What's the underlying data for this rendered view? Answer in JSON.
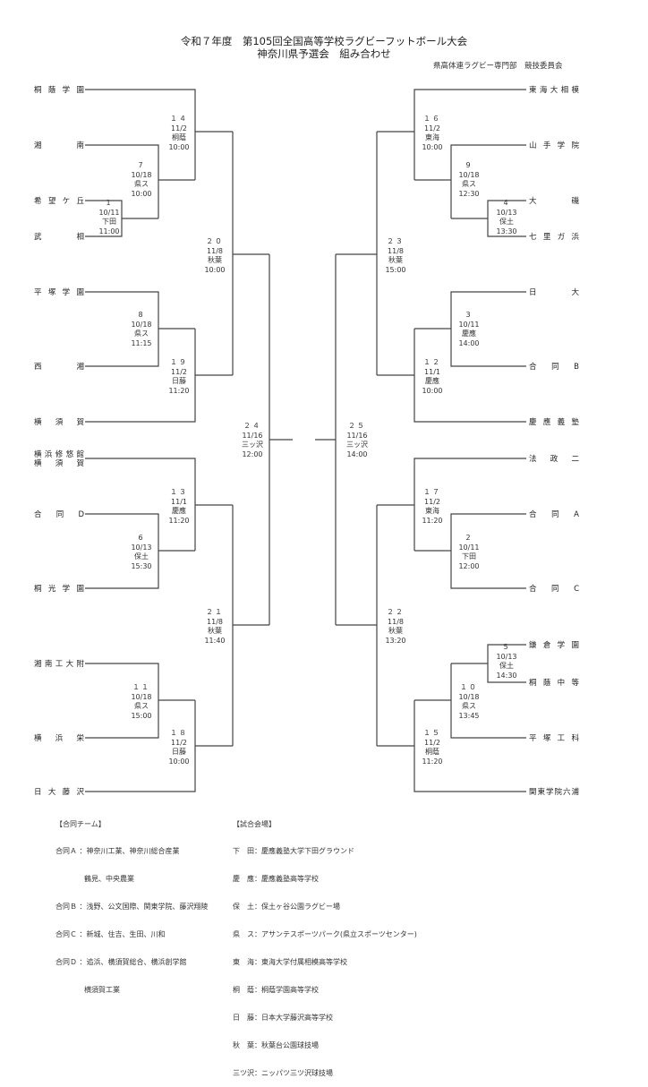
{
  "header": {
    "title_line1": "令和７年度　第105回全国高等学校ラグビーフットボール大会",
    "title_line2": "神奈川県予選会　組み合わせ",
    "organizer": "県高体連ラグビー専門部　競技委員会"
  },
  "left_teams": [
    {
      "name": "桐蔭学園"
    },
    {
      "name": "湘　　南"
    },
    {
      "name": "希望ケ丘"
    },
    {
      "name": "武　　相"
    },
    {
      "name": "平塚学園"
    },
    {
      "name": "西　　湘"
    },
    {
      "name": "横須賀"
    },
    {
      "name": "横浜修悠館",
      "name2": "横須賀"
    },
    {
      "name": "合同D"
    },
    {
      "name": "桐光学園"
    },
    {
      "name": "湘南工大附"
    },
    {
      "name": "横浜栄"
    },
    {
      "name": "日大藤沢"
    }
  ],
  "right_teams": [
    {
      "name": "東海大相模"
    },
    {
      "name": "山手学院"
    },
    {
      "name": "大　　磯"
    },
    {
      "name": "七里ガ浜"
    },
    {
      "name": "日　　大"
    },
    {
      "name": "合同B"
    },
    {
      "name": "慶應義塾"
    },
    {
      "name": "法政二"
    },
    {
      "name": "合同A"
    },
    {
      "name": "合同C"
    },
    {
      "name": "鎌倉学園"
    },
    {
      "name": "桐蔭中等"
    },
    {
      "name": "平塚工科"
    },
    {
      "name": "関東学院六浦"
    }
  ],
  "matches": {
    "m1": {
      "no": "1",
      "date": "10/11",
      "venue": "下田",
      "time": "11:00"
    },
    "m2": {
      "no": "2",
      "date": "10/11",
      "venue": "下田",
      "time": "12:00"
    },
    "m3": {
      "no": "3",
      "date": "10/11",
      "venue": "慶應",
      "time": "14:00"
    },
    "m4": {
      "no": "4",
      "date": "10/13",
      "venue": "保土",
      "time": "13:30"
    },
    "m5": {
      "no": "5",
      "date": "10/13",
      "venue": "保土",
      "time": "14:30"
    },
    "m6": {
      "no": "6",
      "date": "10/13",
      "venue": "保土",
      "time": "15:30"
    },
    "m7": {
      "no": "7",
      "date": "10/18",
      "venue": "県ス",
      "time": "10:00"
    },
    "m8": {
      "no": "8",
      "date": "10/18",
      "venue": "県ス",
      "time": "11:15"
    },
    "m9": {
      "no": "9",
      "date": "10/18",
      "venue": "県ス",
      "time": "12:30"
    },
    "m10": {
      "no": "１０",
      "date": "10/18",
      "venue": "県ス",
      "time": "13:45"
    },
    "m11": {
      "no": "１１",
      "date": "10/18",
      "venue": "県ス",
      "time": "15:00"
    },
    "m12": {
      "no": "１２",
      "date": "11/1",
      "venue": "慶應",
      "time": "10:00"
    },
    "m13": {
      "no": "１３",
      "date": "11/1",
      "venue": "慶應",
      "time": "11:20"
    },
    "m14": {
      "no": "１４",
      "date": "11/2",
      "venue": "桐蔭",
      "time": "10:00"
    },
    "m15": {
      "no": "１５",
      "date": "11/2",
      "venue": "桐蔭",
      "time": "11:20"
    },
    "m16": {
      "no": "１６",
      "date": "11/2",
      "venue": "東海",
      "time": "10:00"
    },
    "m17": {
      "no": "１７",
      "date": "11/2",
      "venue": "東海",
      "time": "11:20"
    },
    "m18": {
      "no": "１８",
      "date": "11/2",
      "venue": "日藤",
      "time": "10:00"
    },
    "m19": {
      "no": "１９",
      "date": "11/2",
      "venue": "日藤",
      "time": "11:20"
    },
    "m20": {
      "no": "２０",
      "date": "11/8",
      "venue": "秋葉",
      "time": "10:00"
    },
    "m21": {
      "no": "２１",
      "date": "11/8",
      "venue": "秋葉",
      "time": "11:40"
    },
    "m22": {
      "no": "２２",
      "date": "11/8",
      "venue": "秋葉",
      "time": "13:20"
    },
    "m23": {
      "no": "２３",
      "date": "11/8",
      "venue": "秋葉",
      "time": "15:00"
    },
    "m24": {
      "no": "２４",
      "date": "11/16",
      "venue": "三ッ沢",
      "time": "12:00"
    },
    "m25": {
      "no": "２５",
      "date": "11/16",
      "venue": "三ッ沢",
      "time": "14:00"
    }
  },
  "joint_teams": {
    "heading": "【合同チーム】",
    "lines": [
      "合同Ａ ：神奈川工業、神奈川総合産業",
      "　　　　鶴見、中央農業",
      "合同Ｂ ：浅野、公文国際、関東学院、藤沢翔陵",
      "合同Ｃ ：新城、住吉、生田、川和",
      "合同Ｄ ：追浜、横須賀総合、横浜創学館",
      "　　　　横須賀工業"
    ]
  },
  "venues": {
    "heading": "【試合会場】",
    "lines": [
      "下　田：慶應義塾大学下田グラウンド",
      "慶　應：慶應義塾高等学校",
      "保　土：保土ヶ谷公園ラグビー場",
      "県　ス：アサンテスポーツパーク(県立スポーツセンター)",
      "東　海：東海大学付属相模高等学校",
      "桐　蔭：桐蔭学園高等学校",
      "日　藤：日本大学藤沢高等学校",
      "秋　葉：秋葉台公園球技場",
      "三ツ沢：ニッパツ三ツ沢球技場"
    ]
  }
}
